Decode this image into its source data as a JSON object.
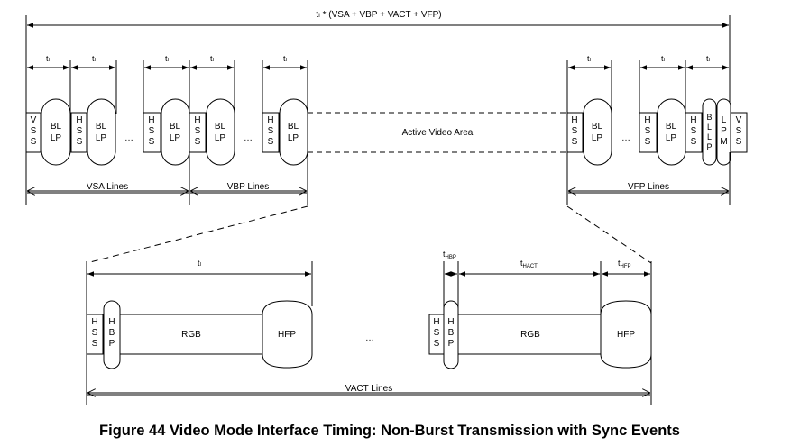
{
  "top": {
    "total_label": "tₗ * (VSA + VBP + VACT + VFP)",
    "tl_label": "tₗ",
    "vss": [
      "V",
      "S",
      "S"
    ],
    "hss": [
      "H",
      "S",
      "S"
    ],
    "bllp": [
      "BL",
      "LP"
    ],
    "bllp_small": [
      "B",
      "L",
      "L",
      "P"
    ],
    "lpm": [
      "L",
      "P",
      "M"
    ],
    "ellipsis": "…",
    "active_video": "Active Video Area",
    "vsa_lines": "VSA Lines",
    "vbp_lines": "VBP Lines",
    "vfp_lines": "VFP Lines"
  },
  "bottom": {
    "tl_label": "tₗ",
    "thbp_main": "t",
    "thbp_sub": "HBP",
    "thact_main": "t",
    "thact_sub": "HACT",
    "thfp_main": "t",
    "thfp_sub": "HFP",
    "hss": [
      "H",
      "S",
      "S"
    ],
    "hbp": [
      "H",
      "B",
      "P"
    ],
    "rgb": "RGB",
    "hfp": "HFP",
    "ellipsis": "…",
    "vact_lines": "VACT Lines"
  },
  "caption": "Figure 44 Video Mode Interface Timing: Non-Burst Transmission with Sync Events"
}
